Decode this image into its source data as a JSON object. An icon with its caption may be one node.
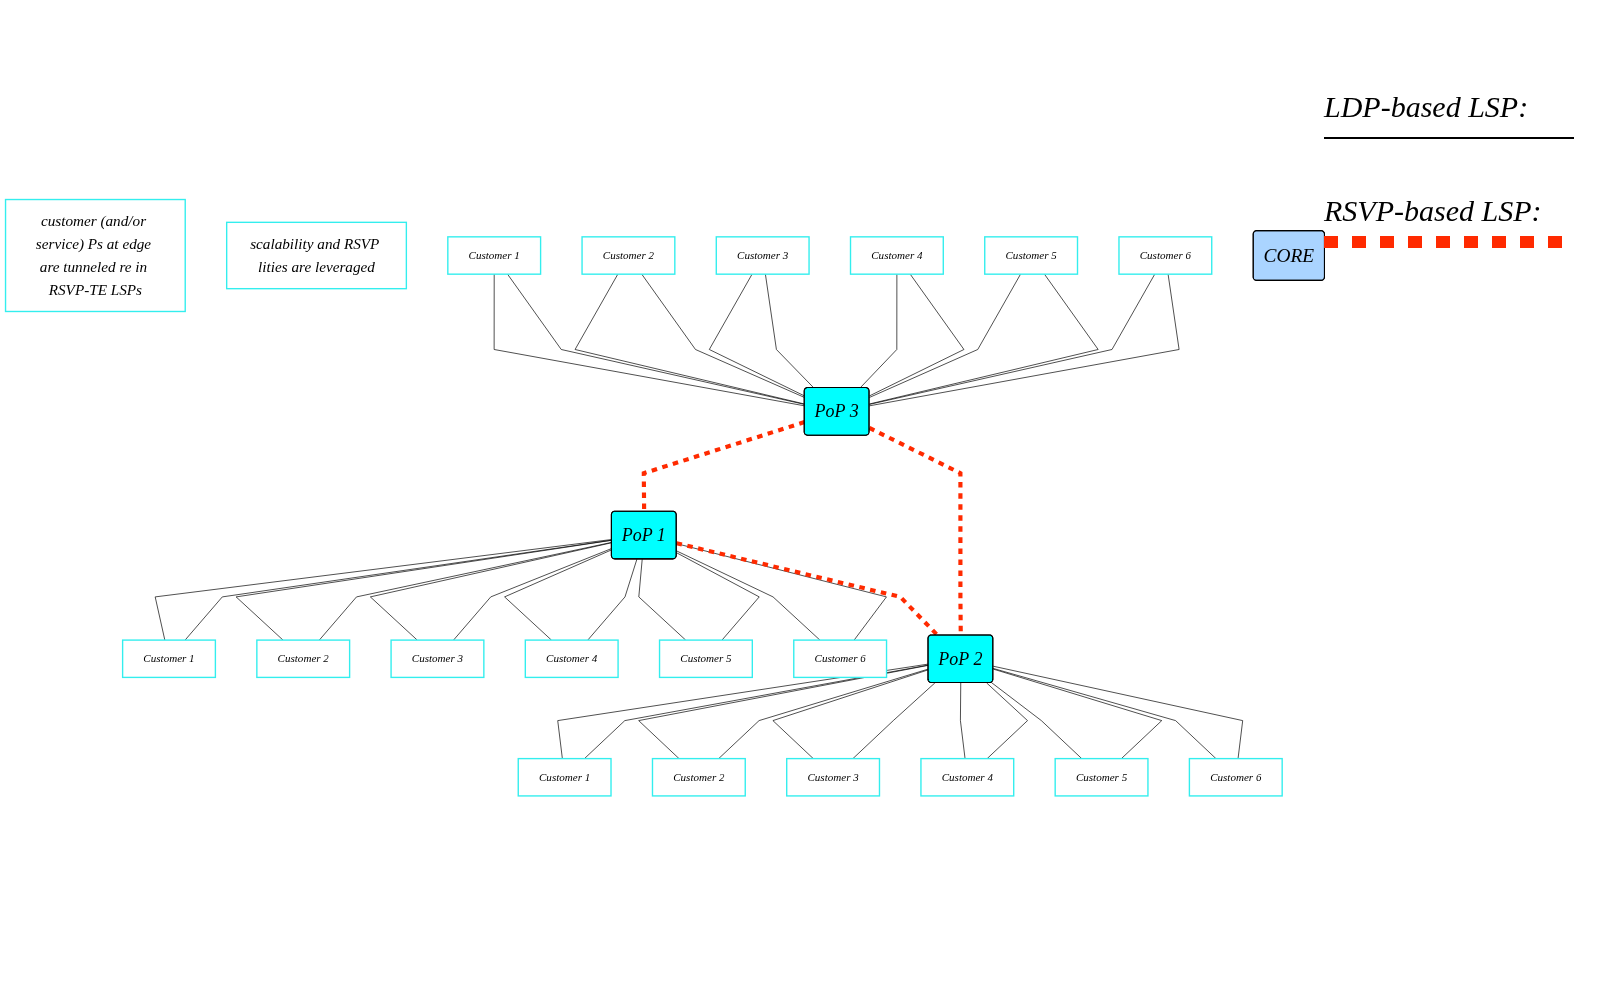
{
  "diagram": {
    "nodes": [
      {
        "text": [
          "customer (and/or service) Ps at edge are tunneled re in RSVP-TE LSPs"
        ]
      },
      {
        "text": [
          "scalability and RSVP lities are leveraged"
        ]
      },
      {
        "text": [
          "Customer 1"
        ]
      },
      {
        "text": [
          "Customer 2"
        ]
      },
      {
        "text": [
          "Customer 3"
        ]
      },
      {
        "text": [
          "Customer 4"
        ]
      },
      {
        "text": [
          "Customer 5"
        ]
      },
      {
        "text": [
          "Customer 6"
        ]
      },
      {
        "text": [
          "PoP 3"
        ]
      },
      {
        "text": [
          "PoP 1"
        ]
      },
      {
        "text": [
          "Customer 1"
        ]
      },
      {
        "text": [
          "Customer 2"
        ]
      },
      {
        "text": [
          "Customer 3"
        ]
      },
      {
        "text": [
          "Customer 4"
        ]
      },
      {
        "text": [
          "Customer 5"
        ]
      },
      {
        "text": [
          "Customer 6"
        ]
      },
      {
        "text": [
          "CORE"
        ]
      },
      {
        "text": [
          "PoP 2"
        ]
      },
      {
        "text": [
          "Customer 1"
        ]
      },
      {
        "text": [
          "Customer 2"
        ]
      },
      {
        "text": [
          "Customer 3"
        ]
      },
      {
        "text": [
          "Customer 4"
        ]
      },
      {
        "text": [
          "Customer 5"
        ]
      },
      {
        "text": [
          "Customer 6"
        ]
      }
    ],
    "edges": [
      {
        "from": 2,
        "to": 8,
        "arrow": "none"
      },
      {
        "from": 2,
        "to": 8,
        "arrow": "none"
      },
      {
        "from": 3,
        "to": 8,
        "arrow": "none"
      },
      {
        "from": 3,
        "to": 8,
        "arrow": "none"
      },
      {
        "from": 4,
        "to": 8,
        "arrow": "none"
      },
      {
        "from": 4,
        "to": 8,
        "arrow": "none"
      },
      {
        "from": 5,
        "to": 8,
        "arrow": "none"
      },
      {
        "from": 5,
        "to": 8,
        "arrow": "none"
      },
      {
        "from": 6,
        "to": 8,
        "arrow": "none"
      },
      {
        "from": 6,
        "to": 8,
        "arrow": "none"
      },
      {
        "from": 7,
        "to": 8,
        "arrow": "none"
      },
      {
        "from": 7,
        "to": 8,
        "arrow": "none"
      },
      {
        "from": 9,
        "to": 10,
        "arrow": "none"
      },
      {
        "from": 9,
        "to": 10,
        "arrow": "none"
      },
      {
        "from": 9,
        "to": 11,
        "arrow": "none"
      },
      {
        "from": 9,
        "to": 11,
        "arrow": "none"
      },
      {
        "from": 9,
        "to": 12,
        "arrow": "none"
      },
      {
        "from": 9,
        "to": 12,
        "arrow": "none"
      },
      {
        "from": 9,
        "to": 13,
        "arrow": "none"
      },
      {
        "from": 9,
        "to": 13,
        "arrow": "none"
      },
      {
        "from": 9,
        "to": 14,
        "arrow": "none"
      },
      {
        "from": 9,
        "to": 14,
        "arrow": "none"
      },
      {
        "from": 9,
        "to": 15,
        "arrow": "none"
      },
      {
        "from": 9,
        "to": 15,
        "arrow": "none"
      },
      {
        "from": 17,
        "to": 18,
        "arrow": "none"
      },
      {
        "from": 17,
        "to": 18,
        "arrow": "none"
      },
      {
        "from": 17,
        "to": 19,
        "arrow": "none"
      },
      {
        "from": 17,
        "to": 19,
        "arrow": "none"
      },
      {
        "from": 17,
        "to": 20,
        "arrow": "none"
      },
      {
        "from": 17,
        "to": 20,
        "arrow": "none"
      },
      {
        "from": 17,
        "to": 21,
        "arrow": "none"
      },
      {
        "from": 17,
        "to": 21,
        "arrow": "none"
      },
      {
        "from": 17,
        "to": 22,
        "arrow": "none"
      },
      {
        "from": 17,
        "to": 22,
        "arrow": "none"
      },
      {
        "from": 17,
        "to": 23,
        "arrow": "none"
      },
      {
        "from": 17,
        "to": 23,
        "arrow": "none"
      },
      {
        "from": 8,
        "to": 9,
        "arrow": "none",
        "style": "dashed",
        "color": "#ff2a00"
      },
      {
        "from": 8,
        "to": 17,
        "arrow": "none",
        "style": "dashed",
        "color": "#ff2a00"
      },
      {
        "from": 9,
        "to": 17,
        "arrow": "none",
        "style": "dashed",
        "color": "#ff2a00"
      }
    ],
    "legend": [
      {
        "text": "LDP-based LSP:"
      },
      {
        "text": "RSVP-based LSP:"
      }
    ]
  }
}
